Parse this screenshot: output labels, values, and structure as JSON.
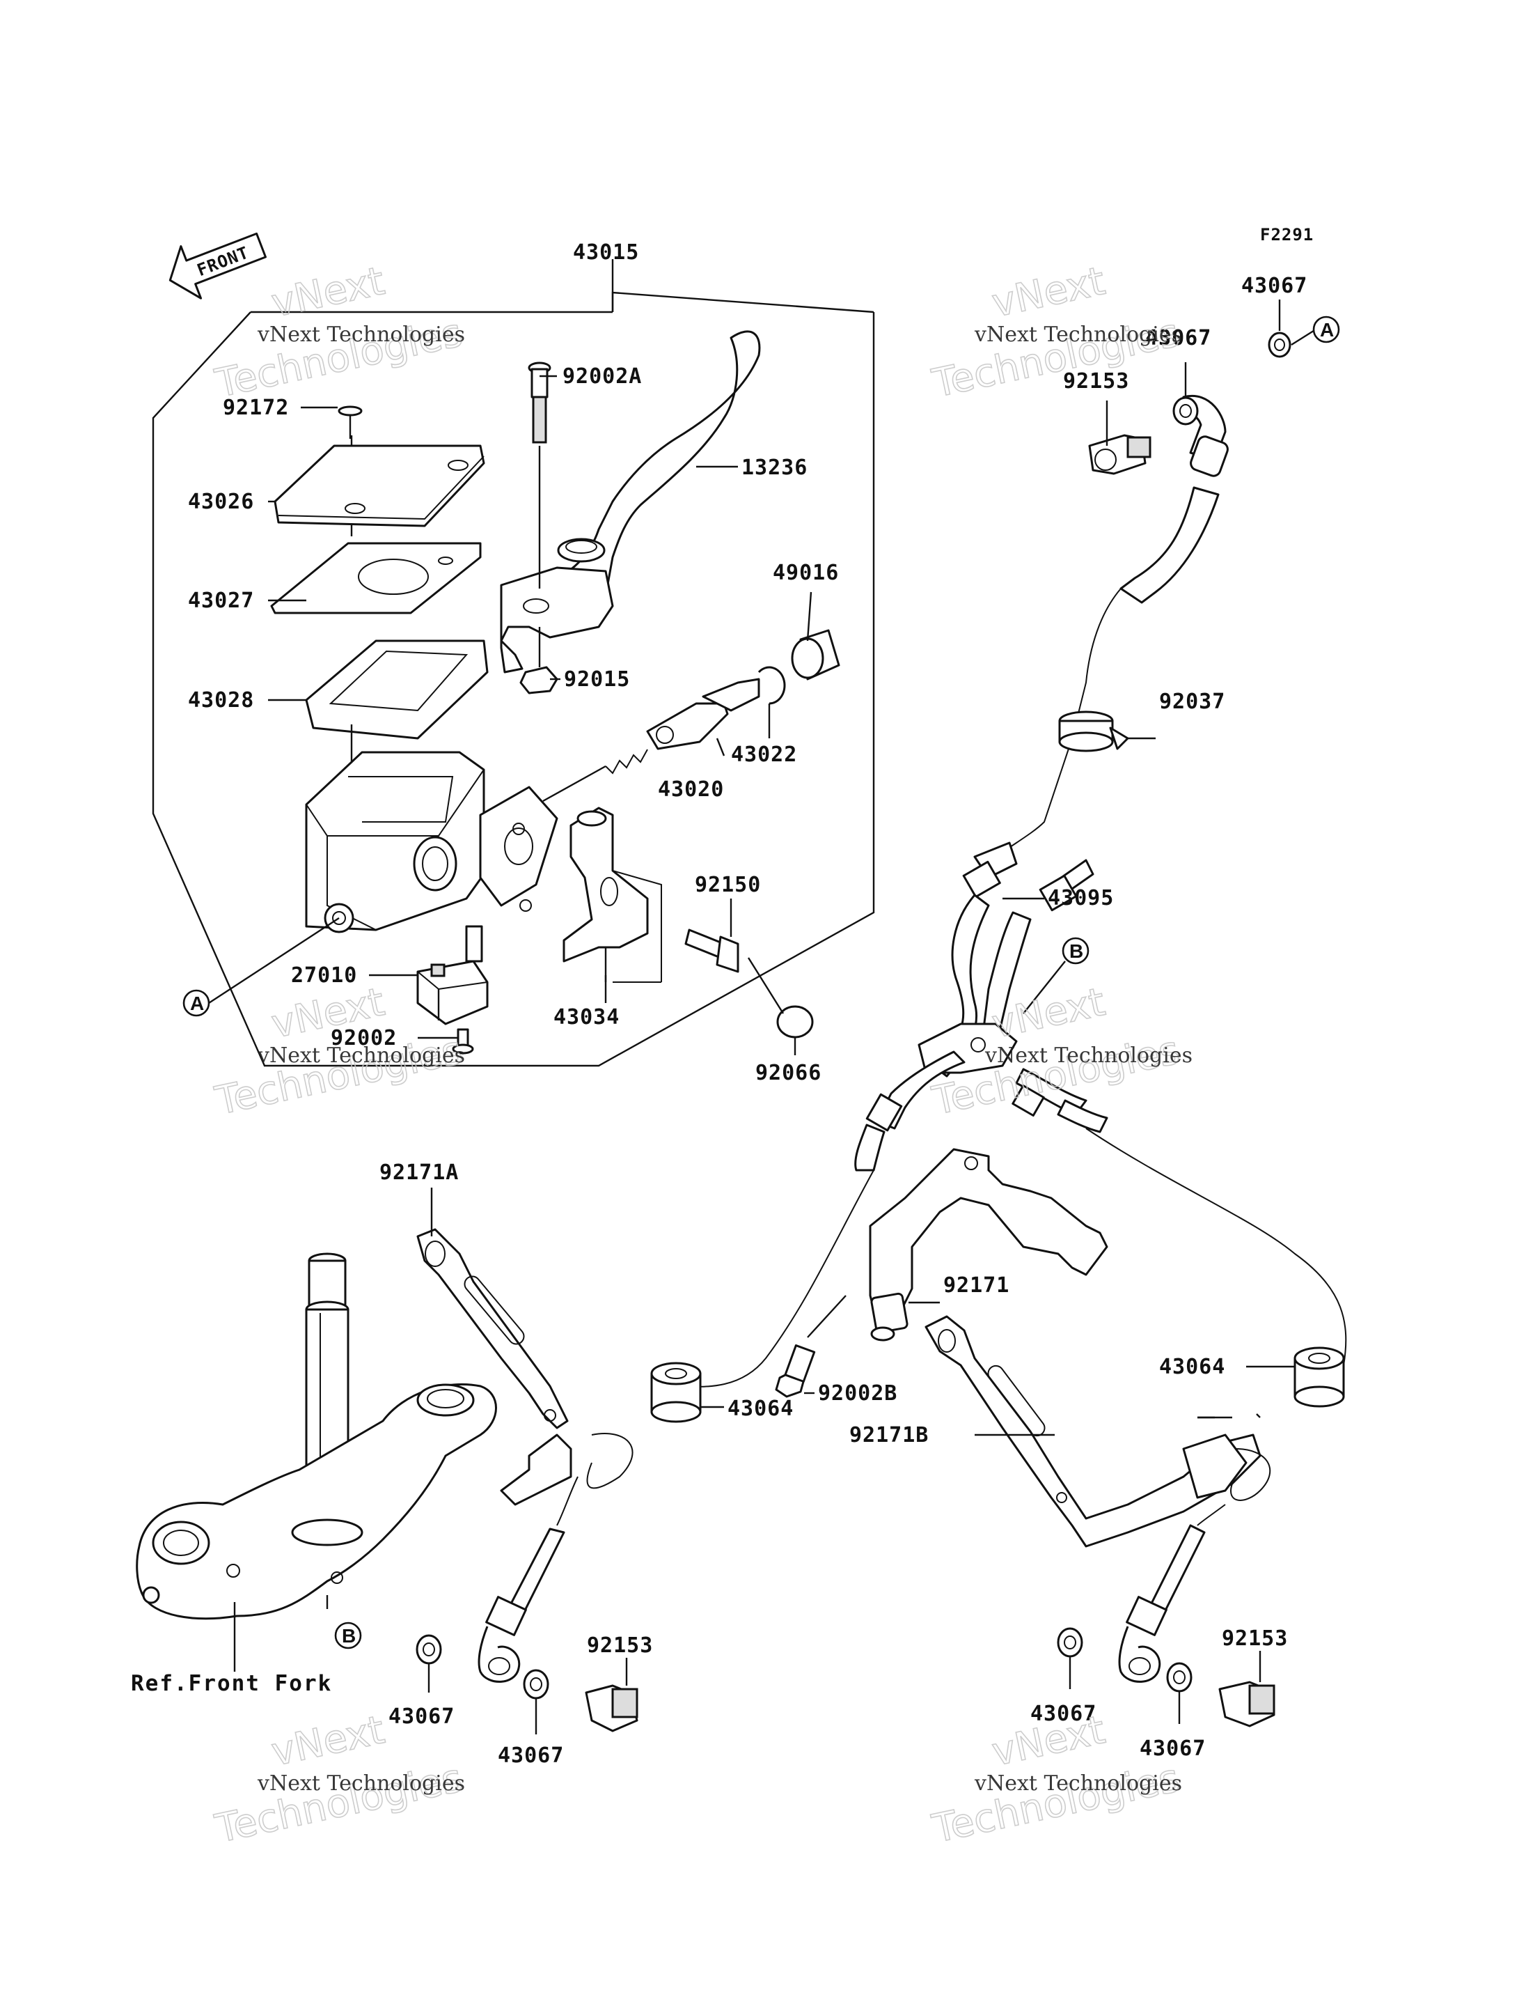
{
  "diagram": {
    "code": "F2291",
    "front_label": "FRONT",
    "ref_front_fork": "Ref.Front Fork",
    "watermark": {
      "line1": "vNext Technologies",
      "big1": "vNext",
      "big2": "Technologies"
    },
    "callouts": {
      "a": "A",
      "b": "B"
    },
    "parts": {
      "p43015": "43015",
      "p92002A": "92002A",
      "p92172": "92172",
      "p13236": "13236",
      "p43026": "43026",
      "p43027": "43027",
      "p49016": "49016",
      "p43028": "43028",
      "p92015": "92015",
      "p43022": "43022",
      "p43020": "43020",
      "p92150": "92150",
      "p27010": "27010",
      "p43034": "43034",
      "p92002": "92002",
      "p92066": "92066",
      "p43067_tr_top": "43067",
      "p43067_tr_mid": "43067",
      "p92153_tr": "92153",
      "p92037": "92037",
      "p43095": "43095",
      "p92171A": "92171A",
      "p92171": "92171",
      "p92002B": "92002B",
      "p43064_mid": "43064",
      "p43064_right": "43064",
      "p92171B": "92171B",
      "p92153_bl": "92153",
      "p43067_bl_1": "43067",
      "p43067_bl_2": "43067",
      "p92153_br": "92153",
      "p43067_br_1": "43067",
      "p43067_br_2": "43067"
    }
  }
}
